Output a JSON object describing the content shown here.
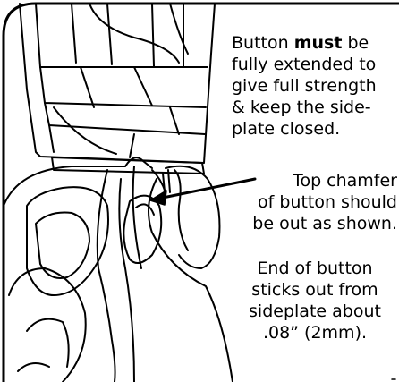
{
  "notes": {
    "extend": {
      "line1_pre": "Button ",
      "line1_bold": "must",
      "line1_post": " be",
      "line2": "fully extended to",
      "line3": "give full strength",
      "line4": "& keep the side-",
      "line5": "plate closed."
    },
    "chamfer": {
      "line1": "Top chamfer",
      "line2": "of button should",
      "line3": "be out as shown."
    },
    "end": {
      "line1": "End of button",
      "line2": "sticks out from",
      "line3": "sideplate about",
      "line4": ".08” (2mm)."
    }
  },
  "colors": {
    "stroke": "#000000",
    "background": "#ffffff"
  }
}
